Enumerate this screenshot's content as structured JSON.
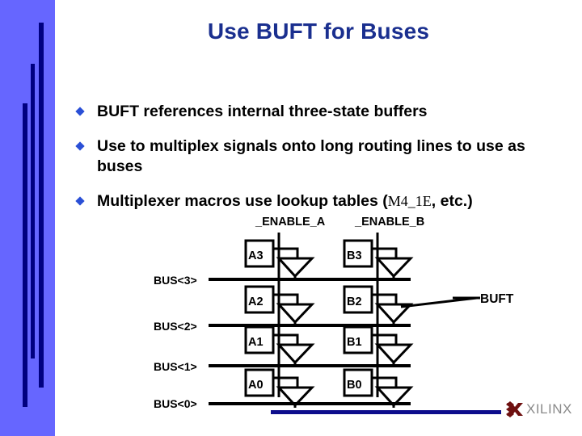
{
  "slide": {
    "title": "Use BUFT for Buses",
    "title_color": "#1a2f8f",
    "background_color": "#ffffff"
  },
  "sidebar": {
    "background_color": "#6666ff",
    "stripe_color": "#000080",
    "stripe_count": 3
  },
  "bullets": [
    {
      "glyph": "diamond-bullet",
      "text": "BUFT references internal three-state buffers",
      "mono_text": "",
      "tail_text": ""
    },
    {
      "glyph": "diamond-bullet",
      "text": "Use to multiplex signals onto long routing lines to use as buses",
      "mono_text": "",
      "tail_text": ""
    },
    {
      "glyph": "diamond-bullet",
      "text": "Multiplexer macros use lookup tables (",
      "mono_text": "M4_1E",
      "tail_text": ", etc.)"
    }
  ],
  "diagram": {
    "enable_labels": [
      "_ENABLE_A",
      "_ENABLE_B"
    ],
    "bus_labels": [
      "BUS<3>",
      "BUS<2>",
      "BUS<1>",
      "BUS<0>"
    ],
    "column_a_blocks": [
      "A3",
      "A2",
      "A1",
      "A0"
    ],
    "column_b_blocks": [
      "B3",
      "B2",
      "B1",
      "B0"
    ],
    "callout_label": "BUFT",
    "line_color": "#000000",
    "buffer_symbol": "three-state-buffer-triangle"
  },
  "footer": {
    "rule_color": "#0d0d8c",
    "logo_text": "XILINX",
    "logo_mark_color": "#6e1010",
    "logo_text_color": "#8a8a8a"
  }
}
